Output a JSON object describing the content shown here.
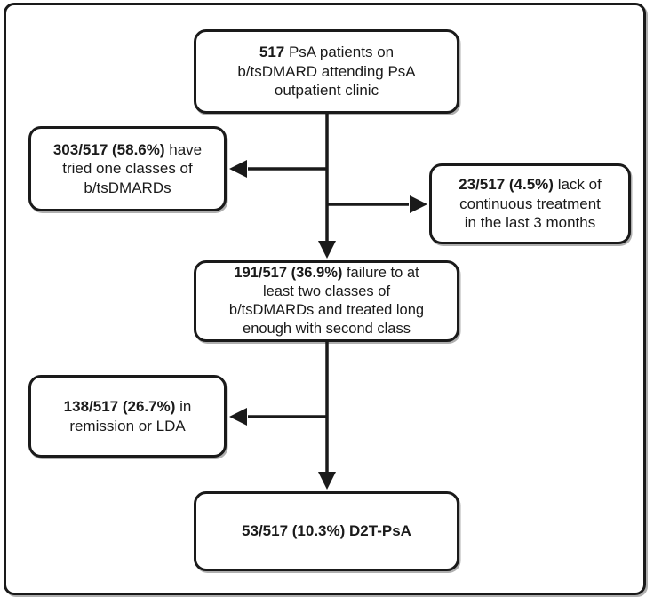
{
  "figure": {
    "type": "flowchart",
    "background_color": "#ffffff",
    "line_color": "#1a1a1a"
  },
  "nodes": {
    "top": {
      "id": "psa-patients",
      "lines": [
        {
          "b": "517",
          "r": " PsA patients on"
        },
        {
          "b": "",
          "r": "b/tsDMARD attending PsA"
        },
        {
          "b": "",
          "r": "outpatient clinic"
        }
      ]
    },
    "tried_one": {
      "id": "tried-one-class",
      "lines": [
        {
          "b": "303/517 (58.6%)",
          "r": " have"
        },
        {
          "b": "",
          "r": "tried one classes of"
        },
        {
          "b": "",
          "r": "b/tsDMARDs"
        }
      ]
    },
    "lack": {
      "id": "lack-continuous-treatment",
      "lines": [
        {
          "b": "23/517 (4.5%)",
          "r": " lack of"
        },
        {
          "b": "",
          "r": "continuous treatment"
        },
        {
          "b": "",
          "r": "in the last 3 months"
        }
      ]
    },
    "failure": {
      "id": "failure-two-classes",
      "lines": [
        {
          "b": "191/517 (36.9%)",
          "r": " failure to at"
        },
        {
          "b": "",
          "r": "least two classes of"
        },
        {
          "b": "",
          "r": "b/tsDMARDs and treated long"
        },
        {
          "b": "",
          "r": "enough with second class"
        }
      ]
    },
    "remission": {
      "id": "remission-lda",
      "lines": [
        {
          "b": "138/517 (26.7%)",
          "r": " in"
        },
        {
          "b": "",
          "r": "remission or LDA"
        }
      ]
    },
    "d2t": {
      "id": "d2t-psa",
      "lines": [
        {
          "b": "53/517 (10.3%) D2T-PsA",
          "r": ""
        }
      ]
    }
  },
  "edges": [
    {
      "from": "psa-patients",
      "to": "failure-two-classes",
      "direction": "down"
    },
    {
      "from": "psa-patients",
      "to": "tried-one-class",
      "direction": "left"
    },
    {
      "from": "psa-patients",
      "to": "lack-continuous-treatment",
      "direction": "right"
    },
    {
      "from": "failure-two-classes",
      "to": "d2t-psa",
      "direction": "down"
    },
    {
      "from": "failure-two-classes",
      "to": "remission-lda",
      "direction": "left"
    }
  ]
}
